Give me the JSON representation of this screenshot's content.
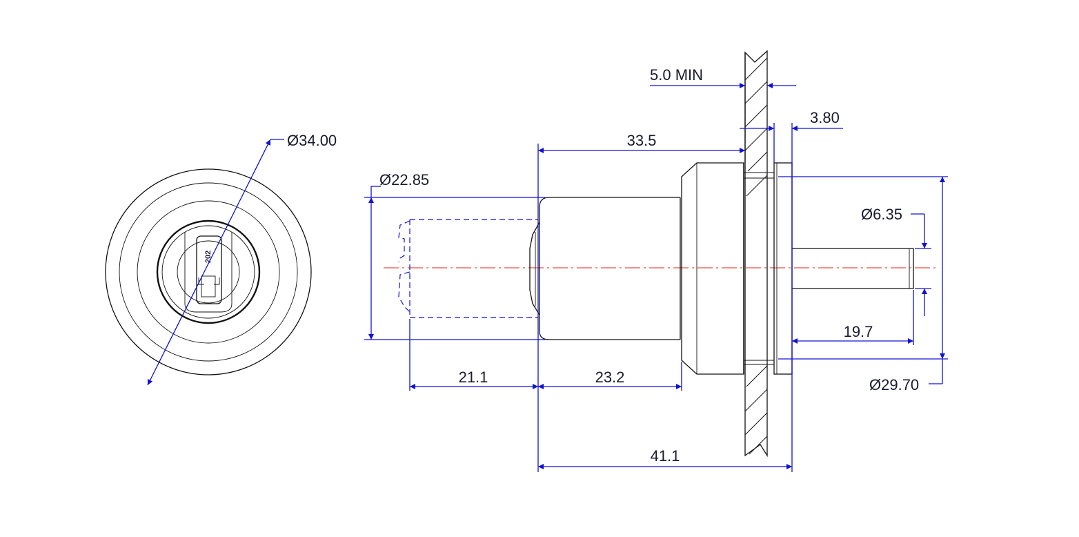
{
  "dimensions": {
    "front_diameter": "Ø34.00",
    "cam_diameter": "Ø22.85",
    "length_33": "33.5",
    "panel_min": "5.0 MIN",
    "nut_thickness": "3.80",
    "shaft_diameter": "Ø6.35",
    "shaft_length": "19.7",
    "thread_diameter": "Ø29.70",
    "length_21": "21.1",
    "length_23": "23.2",
    "total_length": "41.1"
  },
  "key_code": "202",
  "colors": {
    "dimension_lines": "#1010d8",
    "outline": "#111111",
    "center_line": "#e0241b"
  }
}
